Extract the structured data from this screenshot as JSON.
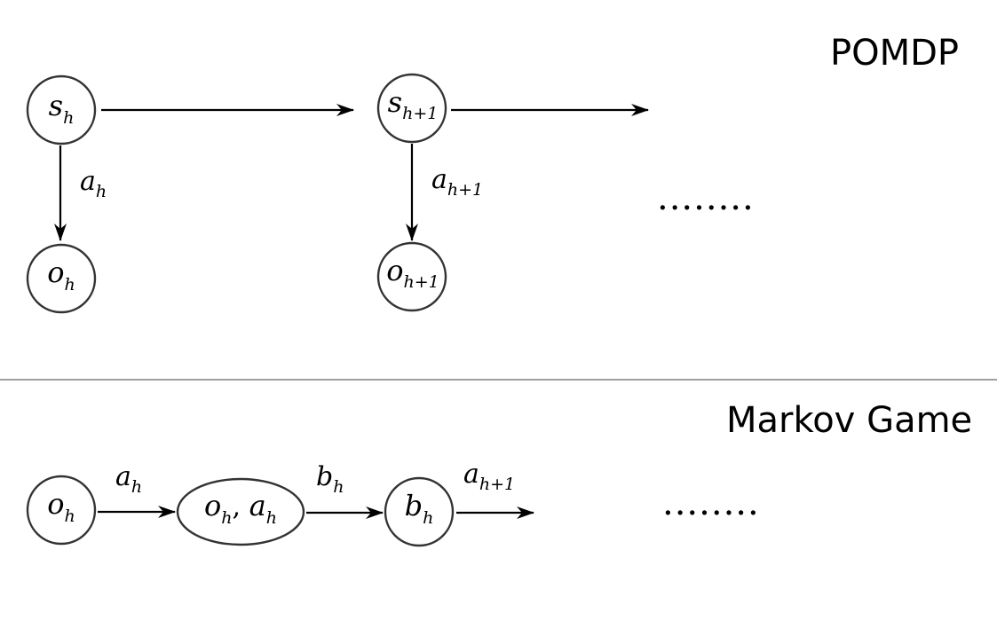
{
  "pomdp": {
    "title": "POMDP",
    "state_h": {
      "base": "s",
      "sub": "h"
    },
    "state_h1": {
      "base": "s",
      "sub": "h+1"
    },
    "obs_h": {
      "base": "o",
      "sub": "h"
    },
    "obs_h1": {
      "base": "o",
      "sub": "h+1"
    },
    "action_h": {
      "base": "a",
      "sub": "h"
    },
    "action_h1": {
      "base": "a",
      "sub": "h+1"
    },
    "ellipsis": "........"
  },
  "markov_game": {
    "title": "Markov Game",
    "obs_node": {
      "base": "o",
      "sub": "h"
    },
    "pair_node": {
      "o": "o",
      "o_sub": "h",
      "comma": ", ",
      "a": "a",
      "a_sub": "h"
    },
    "b_node": {
      "base": "b",
      "sub": "h"
    },
    "edge1_label": {
      "base": "a",
      "sub": "h"
    },
    "edge2_label": {
      "base": "b",
      "sub": "h"
    },
    "edge3_label": {
      "base": "a",
      "sub": "h+1"
    },
    "ellipsis": "........"
  }
}
